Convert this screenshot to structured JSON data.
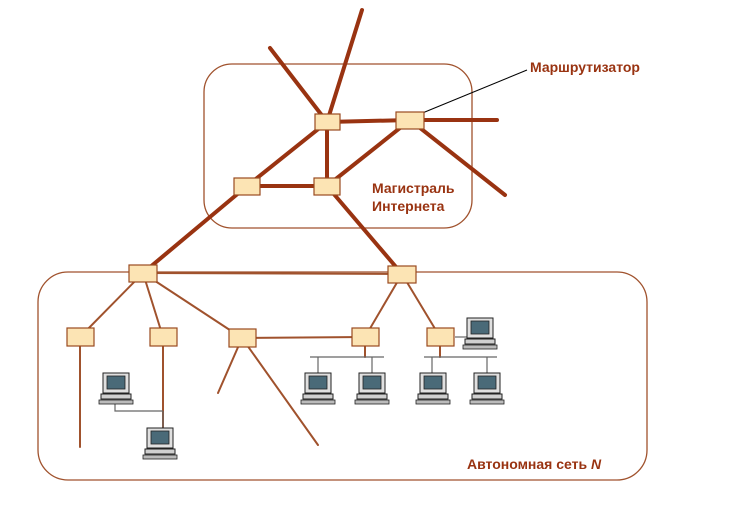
{
  "labels": {
    "router": "Маршрутизатор",
    "backbone_line1": "Магистраль",
    "backbone_line2": "Интернета",
    "autonomous_network": "Автономная сеть",
    "autonomous_network_var": "N"
  },
  "colors": {
    "backbone_line": "#993311",
    "lan_line": "#a0522d",
    "region_border": "#a0522d",
    "router_fill": "#fce4b4",
    "router_border": "#9a4a20",
    "label_text": "#993311",
    "pc_body": "#e0e0e0",
    "pc_screen": "#4a6a78"
  },
  "icons": [
    "router-icon",
    "computer-icon"
  ]
}
